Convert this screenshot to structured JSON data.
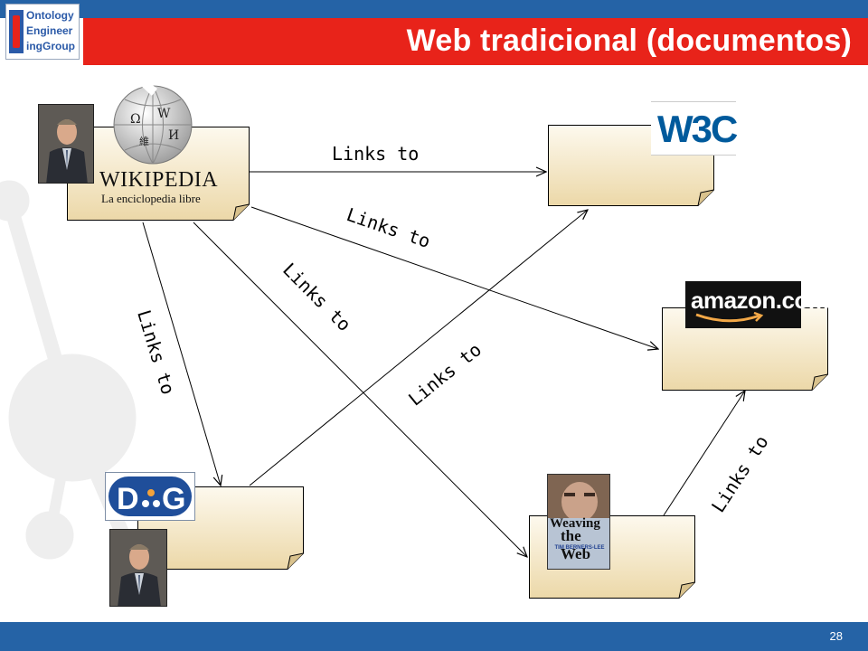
{
  "header": {
    "title": "Web tradicional (documentos)",
    "logo_lines": [
      "Ontology",
      "Engineer",
      "ingGroup"
    ]
  },
  "footer": {
    "page_number": "28"
  },
  "colors": {
    "header_blue": "#2563a6",
    "title_red": "#e8231a",
    "doc_fill_top": "#fdf9ee",
    "doc_fill_bottom": "#ecd8a8"
  },
  "documents": {
    "wikipedia": {
      "wordmark": "WIKIPEDIA",
      "tagline": "La enciclopedia libre"
    },
    "w3c": {
      "logo_text": "W3C"
    },
    "amazon": {
      "logo_text": "amazon.com"
    },
    "dig": {
      "logo_text": "DIG"
    },
    "weaving": {
      "title_line1": "Weaving",
      "title_line2": "the Web",
      "author": "TIM BERNERS-LEE"
    }
  },
  "links": [
    {
      "from": "wikipedia",
      "to": "w3c",
      "label": "Links to"
    },
    {
      "from": "wikipedia",
      "to": "amazon",
      "label": "Links to"
    },
    {
      "from": "wikipedia",
      "to": "weaving",
      "label": "Links to"
    },
    {
      "from": "wikipedia",
      "to": "dig",
      "label": "Links to"
    },
    {
      "from": "dig",
      "to": "w3c",
      "label": "Links to"
    },
    {
      "from": "weaving",
      "to": "amazon",
      "label": "Links to"
    }
  ]
}
